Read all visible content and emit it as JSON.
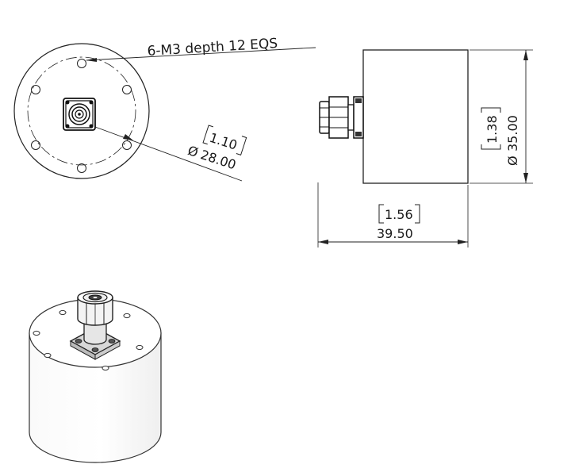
{
  "callouts": {
    "hole_note": "6-M3 depth 12 EQS",
    "circle_inch": "1.10",
    "circle_mm": "28.00",
    "diameter_inch": "1.38",
    "diameter_mm": "35.00",
    "length_inch": "1.56",
    "length_mm": "39.50",
    "diameter_symbol": "Ø"
  },
  "colors": {
    "line": "#222222",
    "face_shadow": "#e8e8e8",
    "body_dark": "#b8b8b8"
  }
}
